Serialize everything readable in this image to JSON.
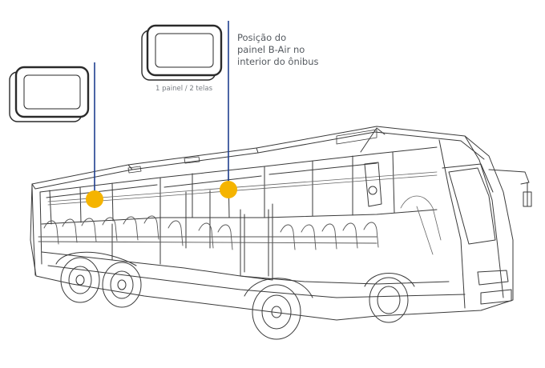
{
  "annotation": {
    "lines": [
      "Posição do",
      "painel B-Air no",
      "interior do ônibus"
    ]
  },
  "panel_caption": "1 painel / 2 telas",
  "colors": {
    "marker": "#f5b400",
    "leader_line": "#1f3f8f",
    "outline": "#3a3a3a"
  },
  "icons": {
    "panel": "dual-screen-panel-icon",
    "marker": "position-marker-icon"
  }
}
